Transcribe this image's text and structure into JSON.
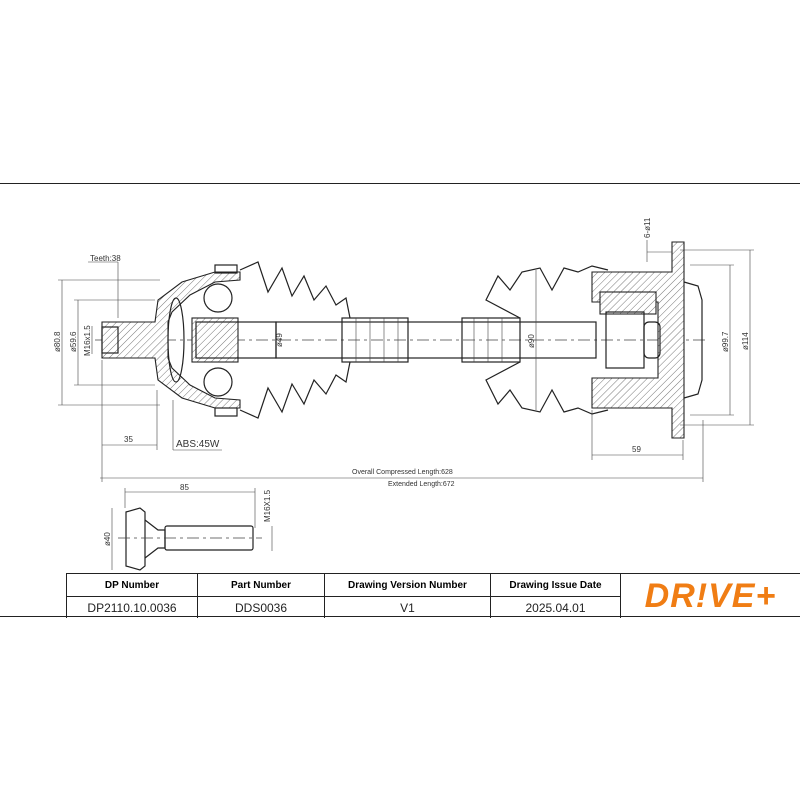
{
  "drawing": {
    "labels": {
      "teeth": "Teeth:38",
      "d80_8": "ø80.8",
      "d59_6": "ø59.6",
      "m16_left": "M16x1.5",
      "d49": "ø49",
      "d90": "ø90",
      "d99_7": "ø99.7",
      "d114": "ø114",
      "holes": "6-ø11",
      "len35": "35",
      "len59": "59",
      "abs": "ABS:45W",
      "compressed": "Overall  Compressed  Length:628",
      "extended": "Extended  Length:672",
      "bolt_len": "85",
      "bolt_d40": "ø40",
      "bolt_thread": "M16X1.5"
    },
    "watermark": "DR!VE+"
  },
  "table": {
    "headers": [
      "DP Number",
      "Part Number",
      "Drawing Version Number",
      "Drawing Issue Date"
    ],
    "values": [
      "DP2110.10.0036",
      "DDS0036",
      "V1",
      "2025.04.01"
    ],
    "logo": "DR!VE+",
    "logo_color": "#f07d14"
  }
}
